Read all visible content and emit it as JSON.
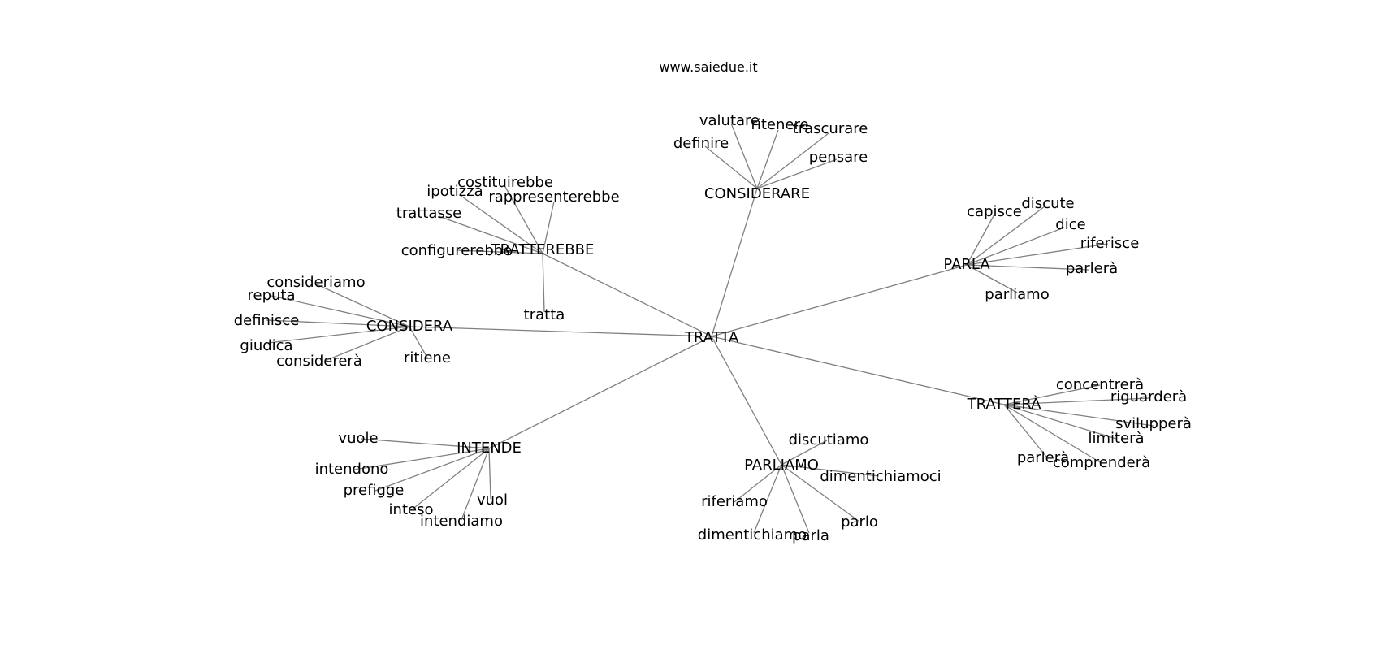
{
  "header": {
    "site": "www.saiedue.it"
  },
  "colors": {
    "edge": "#808080",
    "text": "#000000",
    "background": "#ffffff"
  },
  "graph": {
    "root": "TRATTA",
    "clusters": [
      {
        "hub": "CONSIDERARE",
        "leaves": [
          "valutare",
          "ritenere",
          "trascurare",
          "definire",
          "pensare"
        ]
      },
      {
        "hub": "TRATTEREBBE",
        "leaves": [
          "costituirebbe",
          "ipotizza",
          "rappresenterebbe",
          "trattasse",
          "configurerebbe",
          "tratta"
        ]
      },
      {
        "hub": "PARLA",
        "leaves": [
          "capisce",
          "discute",
          "dice",
          "riferisce",
          "parlerà",
          "parliamo"
        ]
      },
      {
        "hub": "CONSIDERA",
        "leaves": [
          "consideriamo",
          "reputa",
          "definisce",
          "giudica",
          "considererà",
          "ritiene"
        ]
      },
      {
        "hub": "TRATTERÀ",
        "leaves": [
          "concentrerà",
          "riguarderà",
          "svilupperà",
          "limiterà",
          "parlerà",
          "comprenderà"
        ]
      },
      {
        "hub": "INTENDE",
        "leaves": [
          "vuole",
          "intendono",
          "prefigge",
          "inteso",
          "vuol",
          "intendiamo"
        ]
      },
      {
        "hub": "PARLIAMO",
        "leaves": [
          "discutiamo",
          "dimentichiamoci",
          "riferiamo",
          "parlo",
          "dimentichiamo",
          "parla"
        ]
      }
    ]
  }
}
